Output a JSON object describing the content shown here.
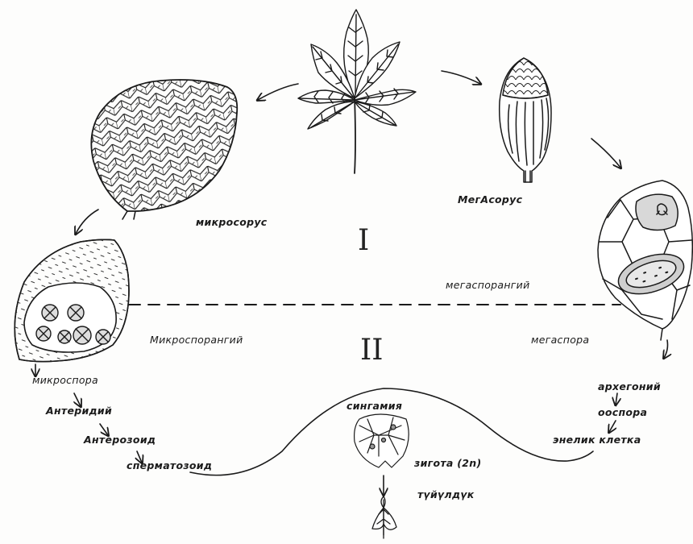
{
  "labels": {
    "microsorus": "микросорус",
    "megasorus": "МегАсорус",
    "roman_one": "I",
    "megasporangium": "мегаспорангий",
    "microsporangium": "Микроспорангий",
    "roman_two": "II",
    "megaspore": "мегаспора",
    "microspore": "микроспора",
    "antheridium": "Антеридий",
    "antherozoid": "Антерозоид",
    "spermatozoid": "сперматозоид",
    "syngamy": "сингамия",
    "archegonium": "архегоний",
    "oospore": "ооспора",
    "egg_cell": "энелик клетка",
    "zygote": "зигота (2n)",
    "seedling": "түйүлдүк"
  }
}
